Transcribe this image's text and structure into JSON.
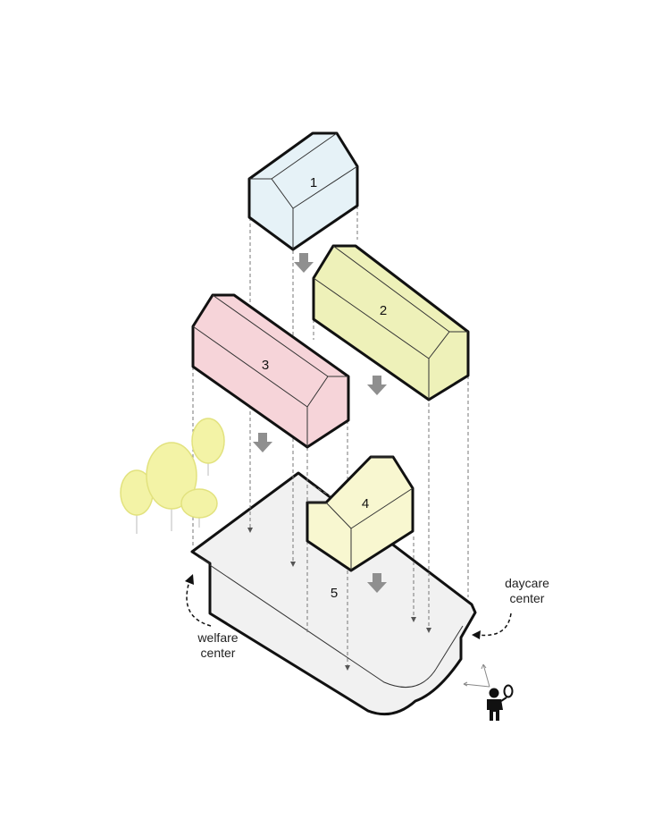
{
  "volumes": [
    {
      "id": "1",
      "label": "1",
      "fill": "#e6f2f7"
    },
    {
      "id": "2",
      "label": "2",
      "fill": "#eef1b9"
    },
    {
      "id": "3",
      "label": "3",
      "fill": "#f6d4d9"
    },
    {
      "id": "4",
      "label": "4",
      "fill": "#f8f7d0"
    }
  ],
  "base": {
    "label": "5",
    "fill": "#f1f1f1"
  },
  "labels": {
    "daycare_line1": "daycare",
    "daycare_line2": "center",
    "welfare_line1": "welfare",
    "welfare_line2": "center"
  },
  "colors": {
    "outline": "#111111",
    "arrow": "#8f8f8f",
    "tree": "#f3f3a6",
    "projection": "#777777"
  },
  "icons": [
    "down-arrow-icon",
    "tree-icon",
    "child-with-balloon-icon",
    "north-arrow-icon"
  ]
}
